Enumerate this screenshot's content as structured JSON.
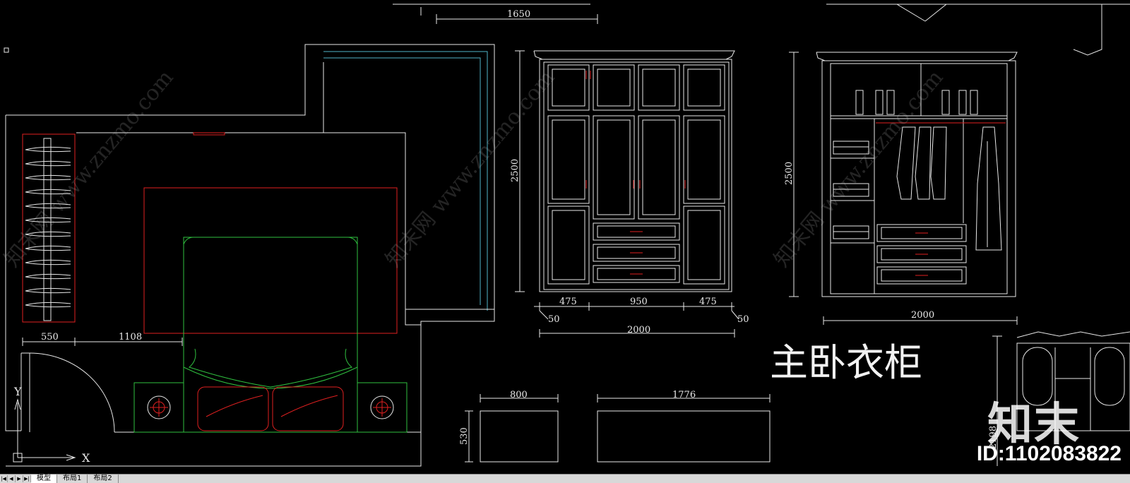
{
  "drawing": {
    "title": "主卧衣柜",
    "watermark_text": "知末网 www.znzmo.com",
    "logo_text": "知末",
    "id_text": "ID:1102083822",
    "axis_x": "X",
    "axis_y": "Y"
  },
  "dimensions": {
    "top_width": "1650",
    "plan_wardrobe_width": "550",
    "plan_gap": "1108",
    "front_height": "2500",
    "front_left": "475",
    "front_mid": "950",
    "front_right": "475",
    "front_side_left": "50",
    "front_side_right": "50",
    "front_total": "2000",
    "section_height": "2500",
    "section_total": "2000",
    "box1_width": "800",
    "box1_height": "530",
    "box2_width": "1776",
    "side_height": "2198"
  },
  "tabs": [
    "模型",
    "布局1",
    "布局2"
  ],
  "colors": {
    "line_white": "#e8e8e8",
    "line_red": "#e02020",
    "line_green": "#2fbf3f",
    "line_cyan": "#4fb3c8",
    "background": "#000000"
  }
}
